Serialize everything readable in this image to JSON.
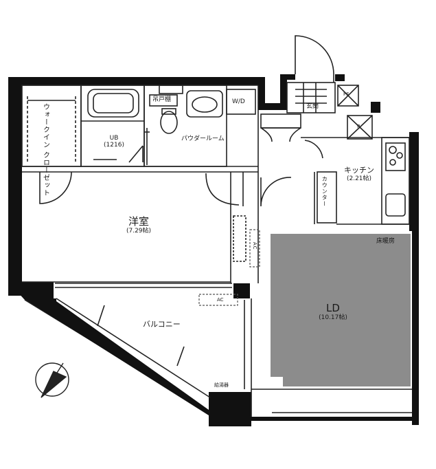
{
  "rooms": {
    "walkin_closet": "ウォークイン クローゼット",
    "ub_name": "UB",
    "ub_size": "(1216)",
    "hanging_shelf": "吊戸棚",
    "powder_room": "パウダールーム",
    "wd": "W/D",
    "entrance": "玄関",
    "kitchen_name": "キッチン",
    "kitchen_size": "(2.21帖)",
    "counter": "カウンター",
    "western_name": "洋室",
    "western_size": "(7.29帖)",
    "floor_heating": "床暖房",
    "ld_name": "LD",
    "ld_size": "(10.17帖)",
    "balcony": "バルコニー",
    "water_heater": "給湯器",
    "ac": "AC",
    "ps": "PS",
    "r_mark": "R"
  },
  "colors": {
    "wall": "#111111",
    "ld_floor": "#8c8c8c",
    "line": "#222222",
    "hatch": "#555555"
  },
  "icons": [
    "north-compass-icon"
  ]
}
